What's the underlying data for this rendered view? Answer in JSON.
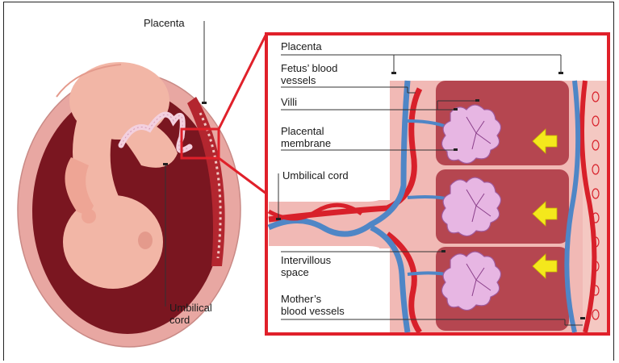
{
  "labels": {
    "placenta_left": "Placenta",
    "umbilical_cord_left_1": "Umbilical",
    "umbilical_cord_left_2": "cord",
    "placenta_detail": "Placenta",
    "fetus_blood_vessels_1": "Fetus’ blood",
    "fetus_blood_vessels_2": "vessels",
    "villi": "Villi",
    "placental_membrane_1": "Placental",
    "placental_membrane_2": "membrane",
    "umbilical_cord_detail": "Umbilical cord",
    "intervillous_space_1": "Intervillous",
    "intervillous_space_2": "space",
    "mothers_blood_vessels_1": "Mother’s",
    "mothers_blood_vessels_2": "blood vessels"
  },
  "colors": {
    "highlight_red": "#e0202a",
    "uterus_outer": "#e8a7a2",
    "uterine_cavity": "#7a1620",
    "fetus_skin": "#f2b6a6",
    "maternal_blood": "#d8202a",
    "fetal_blood": "#4f86c6",
    "placenta_tissue": "#f1b9b5",
    "intervillous": "#b54650",
    "villi_fill": "#e7b6e3",
    "arrow_yellow": "#f4e81c"
  }
}
